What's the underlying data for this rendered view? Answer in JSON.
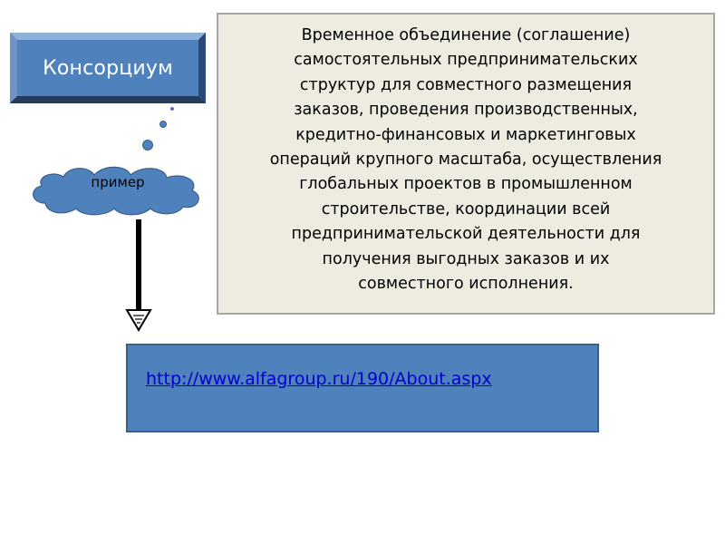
{
  "title": "Консорциум",
  "definition_lines": [
    "Временное объединение (соглашение)",
    "самостоятельных предпринимательских",
    "структур для совместного размещения",
    "заказов, проведения производственных,",
    "кредитно-финансовых и маркетинговых",
    "операций крупного масштаба, осуществления",
    "глобальных проектов в промышленном",
    "строительстве, координации всей",
    "предпринимательской деятельности для",
    "получения выгодных заказов и их",
    "совместного исполнения."
  ],
  "cloud_label": "пример",
  "link_text": "http://www.alfagroup.ru/190/About.aspx",
  "colors": {
    "title_box": "#4f81bd",
    "definition_box": "#eeece1",
    "cloud": "#4f81bd",
    "link_box": "#4f81bd",
    "link": "#0000cc"
  }
}
